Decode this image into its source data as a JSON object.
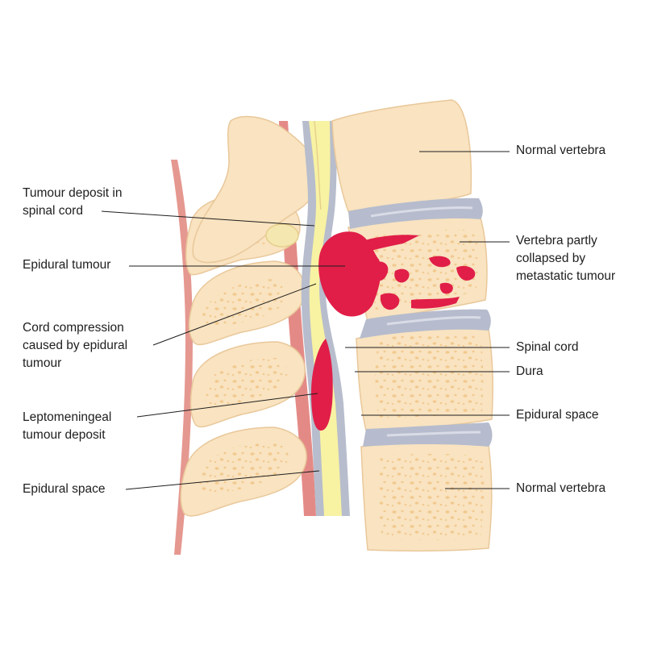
{
  "labels": {
    "left": {
      "tumour_deposit_cord": [
        "Tumour deposit in",
        "spinal cord"
      ],
      "epidural_tumour": [
        "Epidural tumour"
      ],
      "cord_compression": [
        "Cord compression",
        "caused by epidural",
        "tumour"
      ],
      "leptomeningeal": [
        "Leptomeningeal",
        "tumour deposit"
      ],
      "epidural_space": [
        "Epidural space"
      ]
    },
    "right": {
      "normal_vertebra_top": [
        "Normal vertebra"
      ],
      "vertebra_collapsed": [
        "Vertebra partly",
        "collapsed by",
        "metastatic tumour"
      ],
      "spinal_cord": [
        "Spinal cord"
      ],
      "dura": [
        "Dura"
      ],
      "epidural_space": [
        "Epidural space"
      ],
      "normal_vertebra_bottom": [
        "Normal vertebra"
      ]
    }
  },
  "colors": {
    "bone": "#f9e3c0",
    "bone_outline": "#e9c89b",
    "bone_pore": "#f1c98f",
    "disc": "#b6bccd",
    "disc_light": "#d9dbe6",
    "spinal_cord": "#f8f2a3",
    "ligament": "#e59890",
    "tumour": "#e01e48",
    "leader_line": "#1e1e1e"
  }
}
